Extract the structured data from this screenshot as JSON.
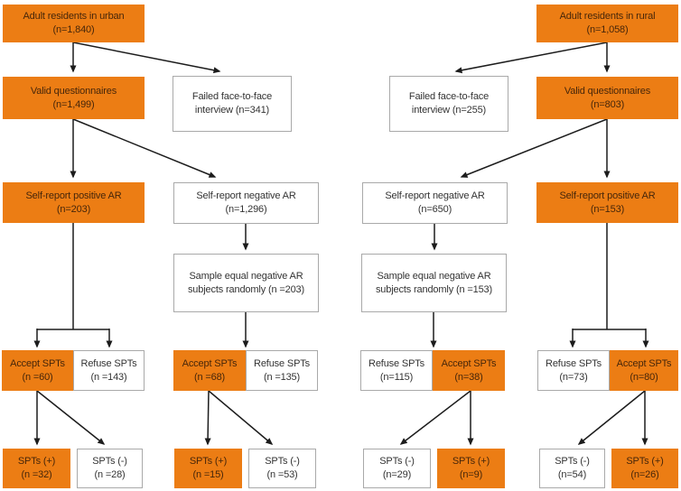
{
  "figure": {
    "type": "study-flow-diagram",
    "description": "Recruitment and skin prick test (SPT) flow for adult residents in urban and rural areas with self-reported allergic rhinitis (AR)"
  },
  "colors": {
    "highlight_box": "#ec7d14",
    "highlight_text": "#46260a",
    "plain_text": "#333333",
    "box_border": "#a9a9a9",
    "arrow": "#1c1c1c"
  },
  "nodes": {
    "urban": {
      "label": "Adult residents in urban",
      "n": "(n=1,840)"
    },
    "rural": {
      "label": "Adult residents in rural",
      "n": "(n=1,058)"
    },
    "valid_urban": {
      "label": "Valid questionnaires",
      "n": "(n=1,499)"
    },
    "failed_urban": {
      "label": "Failed face-to-face",
      "n": "interview (n=341)"
    },
    "failed_rural": {
      "label": "Failed face-to-face",
      "n": "interview (n=255)"
    },
    "valid_rural": {
      "label": "Valid questionnaires",
      "n": "(n=803)"
    },
    "selfpos_urban": {
      "label": "Self-report positive AR",
      "n": "(n=203)"
    },
    "selfneg_urban": {
      "label": "Self-report negative AR",
      "n": "(n=1,296)"
    },
    "selfneg_rural": {
      "label": "Self-report negative AR",
      "n": "(n=650)"
    },
    "selfpos_rural": {
      "label": "Self-report positive AR",
      "n": "(n=153)"
    },
    "sample_urban": {
      "label": "Sample equal negative AR",
      "n": "subjects randomly (n =203)"
    },
    "sample_rural": {
      "label": "Sample equal negative AR",
      "n": "subjects randomly (n =153)"
    },
    "accept_60": {
      "label": "Accept SPTs",
      "n": "(n =60)"
    },
    "refuse_143": {
      "label": "Refuse SPTs",
      "n": "(n =143)"
    },
    "accept_68": {
      "label": "Accept SPTs",
      "n": "(n =68)"
    },
    "refuse_135": {
      "label": "Refuse SPTs",
      "n": "(n =135)"
    },
    "refuse_115": {
      "label": "Refuse SPTs",
      "n": "(n=115)"
    },
    "accept_38": {
      "label": "Accept SPTs",
      "n": "(n=38)"
    },
    "refuse_73": {
      "label": "Refuse SPTs",
      "n": "(n=73)"
    },
    "accept_80": {
      "label": "Accept SPTs",
      "n": "(n=80)"
    },
    "spt_pos_32": {
      "label": "SPTs (+)",
      "n": "(n =32)"
    },
    "spt_neg_28": {
      "label": "SPTs (-)",
      "n": "(n =28)"
    },
    "spt_pos_15": {
      "label": "SPTs (+)",
      "n": "(n =15)"
    },
    "spt_neg_53": {
      "label": "SPTs (-)",
      "n": "(n =53)"
    },
    "spt_neg_29": {
      "label": "SPTs (-)",
      "n": "(n=29)"
    },
    "spt_pos_9": {
      "label": "SPTs (+)",
      "n": "(n=9)"
    },
    "spt_neg_54": {
      "label": "SPTs (-)",
      "n": "(n=54)"
    },
    "spt_pos_26": {
      "label": "SPTs (+)",
      "n": "(n=26)"
    }
  }
}
